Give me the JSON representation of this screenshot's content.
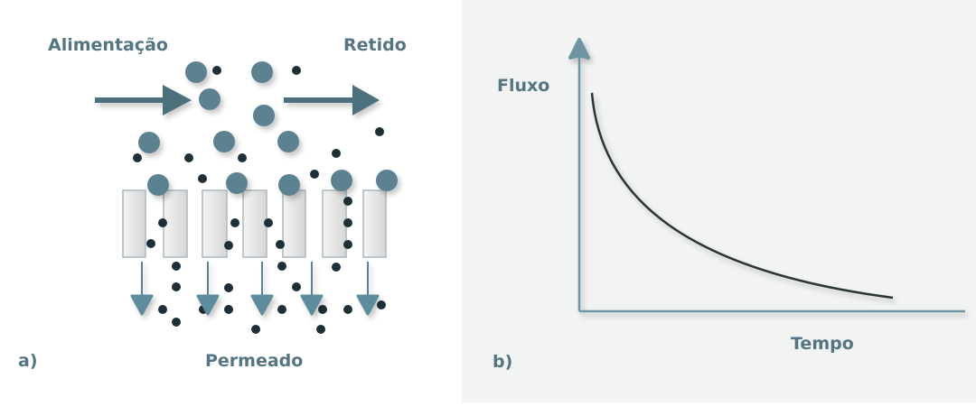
{
  "panel_a": {
    "label": "a)",
    "feed_label": "Alimentação",
    "retentate_label": "Retido",
    "permeate_label": "Permeado"
  },
  "panel_b": {
    "label": "b)",
    "y_axis_label": "Fluxo",
    "x_axis_label": "Tempo"
  },
  "colors": {
    "text": "#557582",
    "large_particle": "#5b8292",
    "small_particle": "#1f2f37",
    "arrow": "#4d6f7d",
    "panel_bg": "#f2f3f3",
    "curve": "#2b3439"
  }
}
